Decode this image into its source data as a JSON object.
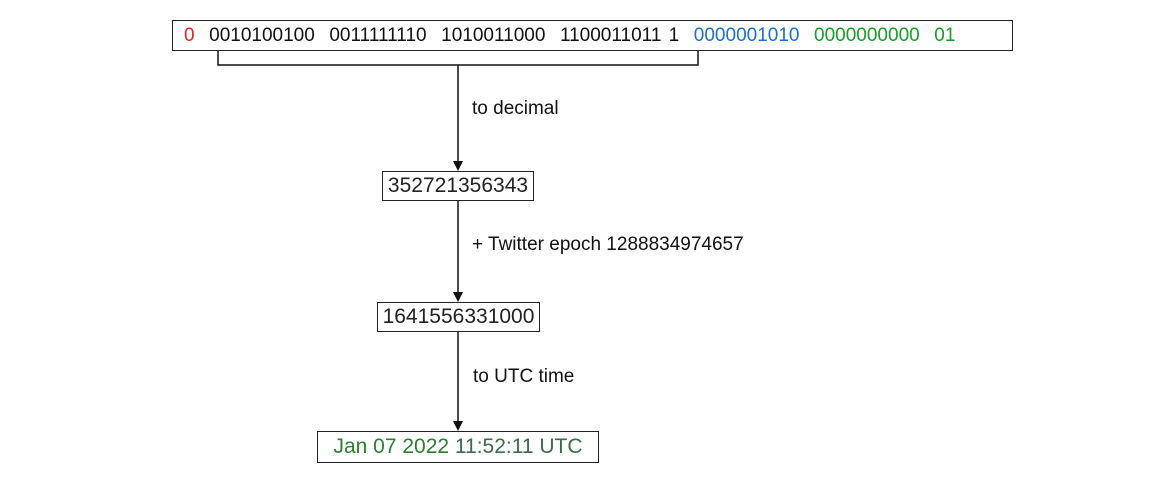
{
  "bits": {
    "sign": "0",
    "timestamp": "0010100100  0011111110  1010011000  1100011011 1",
    "datacenter_machine": "0000001010",
    "sequence_a": "0000000000",
    "sequence_b": "01"
  },
  "colors": {
    "sign": "#d62728",
    "timestamp": "#111111",
    "machine": "#1f6fc4",
    "sequence": "#1a9a2a",
    "date": "#2e7d32",
    "time": "#3d6b4a"
  },
  "steps": {
    "to_decimal_label": "to decimal",
    "decimal_value": "352721356343",
    "epoch_label": "+ Twitter epoch 1288834974657",
    "ms_value": "1641556331000",
    "utc_label": "to UTC time",
    "utc_date": "Jan 07 2022",
    "utc_time": "11:52:11 UTC"
  }
}
